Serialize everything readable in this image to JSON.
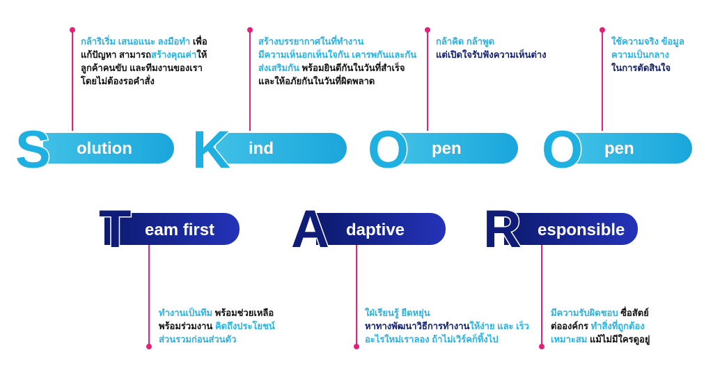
{
  "top_row": [
    {
      "letter": "S",
      "word": "olution"
    },
    {
      "letter": "K",
      "word": "ind"
    },
    {
      "letter": "O",
      "word": "pen"
    },
    {
      "letter": "O",
      "word": "pen"
    }
  ],
  "bottom_row": [
    {
      "letter": "T",
      "word": "eam first"
    },
    {
      "letter": "A",
      "word": "daptive"
    },
    {
      "letter": "R",
      "word": "esponsible"
    }
  ],
  "descriptions": {
    "solution": {
      "l1a": "กล้าริเริ่ม เสนอแนะ ลงมือทำ",
      "l1b": " เพื่อ",
      "l2a": "แก้ปัญหา สามารถ",
      "l2b": "สร้างคุณค่า",
      "l2c": "ให้",
      "l3": "ลูกค้าคนขับ และทีมงานของเรา",
      "l4": "โดยไม่ต้องรอคำสั่ง"
    },
    "kind": {
      "l1": "สร้างบรรยากาศในที่ทำงาน",
      "l2": "มีความเห็นอกเห็นใจกัน เคารพกันและกัน",
      "l3a": "ส่งเสริมกัน",
      "l3b": " พร้อมยินดีกันในวันที่สำเร็จ",
      "l4": "และให้อภัยกันในวันที่ผิดพลาด"
    },
    "open1": {
      "l1": "กล้าคิด กล้าพูด",
      "l2": "แต่เปิดใจรับฟังความเห็นต่าง"
    },
    "open2": {
      "l1": "ใช้ความจริง ข้อมูล",
      "l2": "ความเป็นกลาง",
      "l3": "ในการตัดสินใจ"
    },
    "team": {
      "l1a": "ทำงานเป็นทีม",
      "l1b": "  พร้อมช่วยเหลือ",
      "l2a": "พร้อมร่วมงาน ",
      "l2b": "คิดถึงประโยชน์",
      "l3": "ส่วนรวมก่อนส่วนตัว"
    },
    "adaptive": {
      "l1": "ใฝ่เรียนรู้ ยืดหยุ่น",
      "l2a": "หาทางพัฒนาวิธีการทำงาน",
      "l2b": "ให้ง่าย และ เร็ว",
      "l3": "อะไรใหม่เราลอง ถ้าไม่เวิร์คก็ทิ้งไป"
    },
    "responsible": {
      "l1a": "มีความรับผิดชอบ",
      "l1b": " ซื่อสัตย์",
      "l2a": "ต่อองค์กร ",
      "l2b": "ทำสิ่งที่ถูกต้อง",
      "l3a": "เหมาะสม",
      "l3b": " แม้ไม่มีใครดูอยู่"
    }
  }
}
